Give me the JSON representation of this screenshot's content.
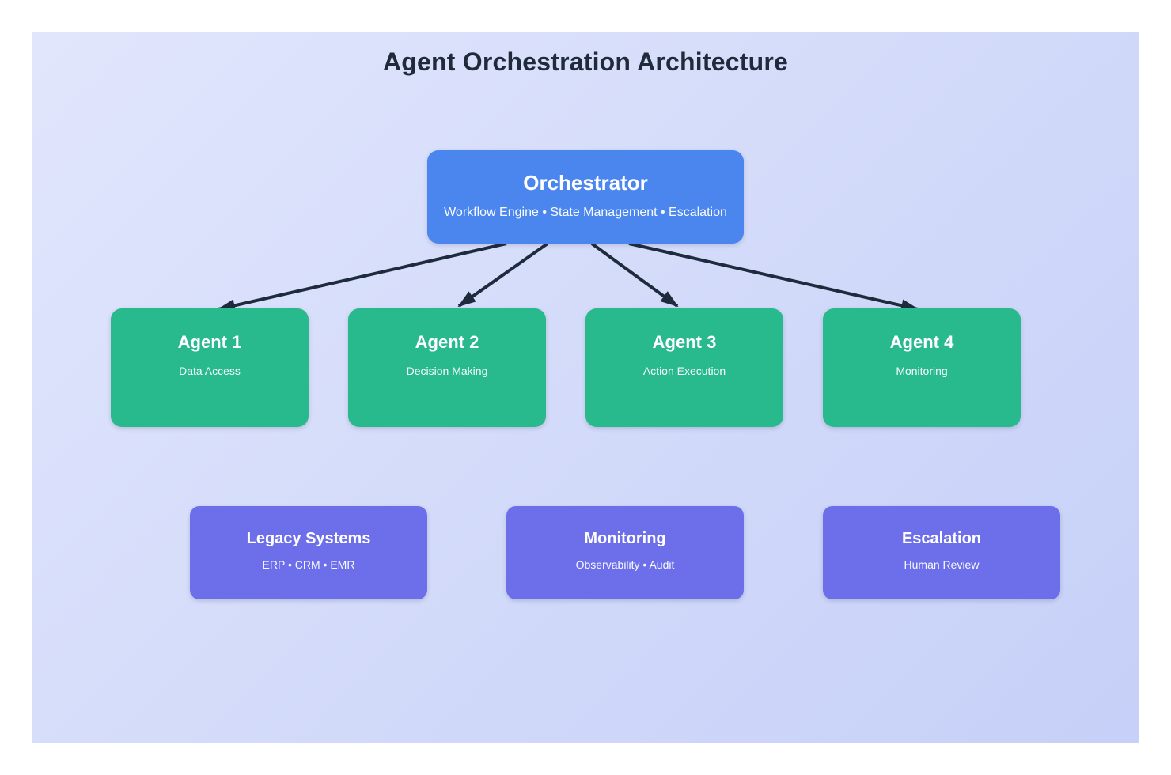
{
  "page": {
    "title": "Agent Orchestration Architecture"
  },
  "orchestrator": {
    "title": "Orchestrator",
    "subtitle": "Workflow Engine • State Management • Escalation"
  },
  "agents": [
    {
      "title": "Agent 1",
      "subtitle": "Data Access"
    },
    {
      "title": "Agent 2",
      "subtitle": "Decision Making"
    },
    {
      "title": "Agent 3",
      "subtitle": "Action Execution"
    },
    {
      "title": "Agent 4",
      "subtitle": "Monitoring"
    }
  ],
  "systems": [
    {
      "title": "Legacy Systems",
      "subtitle": "ERP • CRM • EMR"
    },
    {
      "title": "Monitoring",
      "subtitle": "Observability • Audit"
    },
    {
      "title": "Escalation",
      "subtitle": "Human Review"
    }
  ],
  "colors": {
    "panel_gradient_start": "#e1e6fc",
    "panel_gradient_end": "#c6d0f8",
    "orchestrator": "#4a86ee",
    "agent": "#28b98c",
    "system": "#6c6fe9",
    "arrow": "#1e2b3d",
    "title_text": "#1f2a3a",
    "box_text": "#ffffff"
  }
}
